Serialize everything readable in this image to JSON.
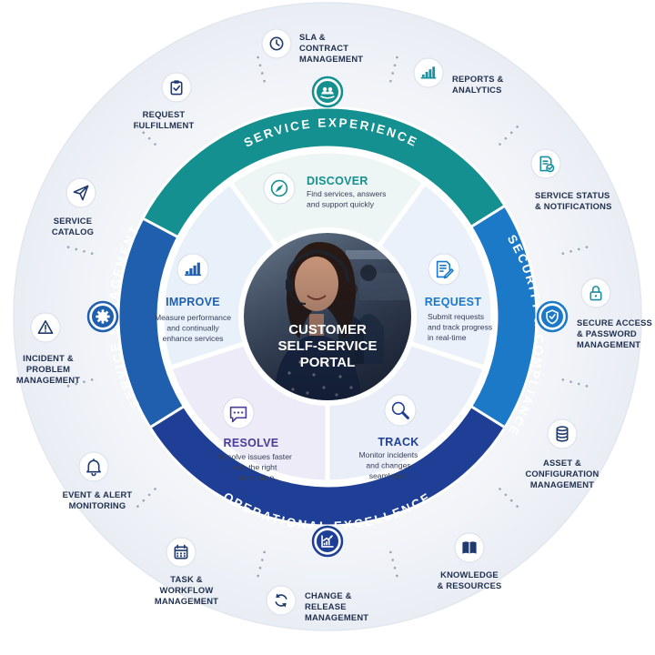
{
  "center": {
    "lines": [
      "CUSTOMER",
      "SELF-SERVICE",
      "PORTAL"
    ],
    "photo_description_icon": "support-agent-photo"
  },
  "ring": [
    {
      "id": "service-experience",
      "label": "SERVICE EXPERIENCE",
      "color": "#13908f"
    },
    {
      "id": "security-compliance",
      "label": "SECURITY & COMPLIANCE",
      "color": "#1c79c8"
    },
    {
      "id": "operational-excellence",
      "label": "OPERATIONAL EXCELLENCE",
      "color": "#1e3f95"
    },
    {
      "id": "service-management",
      "label": "SERVICE MANAGEMENT",
      "color": "#1f5fae"
    }
  ],
  "ring_icons": [
    {
      "id": "people",
      "icon": "people-icon"
    },
    {
      "id": "shield",
      "icon": "shield-icon"
    },
    {
      "id": "chart",
      "icon": "chart-up-icon"
    },
    {
      "id": "gear",
      "icon": "gear-icon"
    }
  ],
  "segments": [
    {
      "id": "discover",
      "title": "DISCOVER",
      "desc": [
        "Find services, answers",
        "and support quickly"
      ],
      "icon": "compass-icon",
      "title_color": "#13908f"
    },
    {
      "id": "request",
      "title": "REQUEST",
      "desc": [
        "Submit requests",
        "and track progress",
        "in real-time"
      ],
      "icon": "document-pen-icon",
      "title_color": "#1c79c8"
    },
    {
      "id": "track",
      "title": "TRACK",
      "desc": [
        "Monitor incidents",
        "and changes",
        "seamlessly"
      ],
      "icon": "magnifier-icon",
      "title_color": "#1e3f95"
    },
    {
      "id": "resolve",
      "title": "RESOLVE",
      "desc": [
        "Resolve issues faster",
        "with the right",
        "information"
      ],
      "icon": "chat-bubble-icon",
      "title_color": "#4a3c9a"
    },
    {
      "id": "improve",
      "title": "IMPROVE",
      "desc": [
        "Measure performance",
        "and continually",
        "enhance services"
      ],
      "icon": "bar-chart-icon",
      "title_color": "#1f5fae"
    }
  ],
  "outer_items": [
    {
      "id": "sla",
      "lines": [
        "SLA &",
        "CONTRACT",
        "MANAGEMENT"
      ],
      "icon": "clock-icon"
    },
    {
      "id": "reports",
      "lines": [
        "REPORTS &",
        "ANALYTICS"
      ],
      "icon": "bar-chart-icon"
    },
    {
      "id": "status",
      "lines": [
        "SERVICE STATUS",
        "& NOTIFICATIONS"
      ],
      "icon": "status-doc-icon"
    },
    {
      "id": "secure",
      "lines": [
        "SECURE ACCESS",
        "& PASSWORD",
        "MANAGEMENT"
      ],
      "icon": "lock-icon"
    },
    {
      "id": "asset",
      "lines": [
        "ASSET &",
        "CONFIGURATION",
        "MANAGEMENT"
      ],
      "icon": "database-icon"
    },
    {
      "id": "knowledge",
      "lines": [
        "KNOWLEDGE",
        "& RESOURCES"
      ],
      "icon": "book-icon"
    },
    {
      "id": "change",
      "lines": [
        "CHANGE &",
        "RELEASE",
        "MANAGEMENT"
      ],
      "icon": "refresh-icon"
    },
    {
      "id": "task",
      "lines": [
        "TASK &",
        "WORKFLOW",
        "MANAGEMENT"
      ],
      "icon": "calendar-icon"
    },
    {
      "id": "event",
      "lines": [
        "EVENT & ALERT",
        "MONITORING"
      ],
      "icon": "bell-icon"
    },
    {
      "id": "incident",
      "lines": [
        "INCIDENT &",
        "PROBLEM",
        "MANAGEMENT"
      ],
      "icon": "warning-icon"
    },
    {
      "id": "catalog",
      "lines": [
        "SERVICE",
        "CATALOG"
      ],
      "icon": "paper-plane-icon"
    },
    {
      "id": "request-fulfillment",
      "lines": [
        "REQUEST",
        "FULFILLMENT"
      ],
      "icon": "clipboard-check-icon"
    }
  ]
}
